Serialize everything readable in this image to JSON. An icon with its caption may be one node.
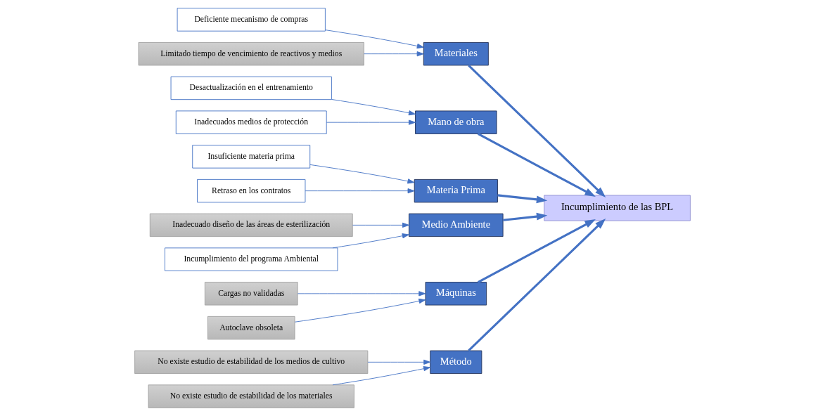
{
  "diagram": {
    "nodes": [
      {
        "text": [
          "Método"
        ]
      },
      {
        "text": [
          "Materiales"
        ]
      },
      {
        "text": [
          "Mano de obra"
        ]
      },
      {
        "text": [
          "Deficiente mecanismo de compras"
        ]
      },
      {
        "text": [
          "Desactualización en el entrenamiento"
        ]
      },
      {
        "text": [
          "No existe estudio de estabilidad de los medios de cultivo"
        ]
      },
      {
        "text": [
          "Inadecuados medios de protección"
        ]
      },
      {
        "text": [
          "No existe estudio de estabilidad de los materiales"
        ]
      },
      {
        "text": [
          "Limitado tiempo de vencimiento de reactivos y medios"
        ]
      },
      {
        "text": [
          "Incumplimiento de las BPL"
        ]
      },
      {
        "text": [
          "Insuficiente materia prima"
        ]
      },
      {
        "text": [
          "Inadecuado diseño de las áreas de esterilización"
        ]
      },
      {
        "text": [
          "Cargas no validadas"
        ]
      },
      {
        "text": [
          "Retraso en los contratos"
        ]
      },
      {
        "text": [
          "Incumplimiento del programa Ambiental"
        ]
      },
      {
        "text": [
          "Autoclave obsoleta"
        ]
      },
      {
        "text": [
          "Materia Prima"
        ]
      },
      {
        "text": [
          "Medio Ambiente"
        ]
      },
      {
        "text": [
          "Máquinas"
        ]
      }
    ],
    "edges": [
      {
        "from": 5,
        "to": 0,
        "arrow": "to"
      },
      {
        "from": 7,
        "to": 0,
        "arrow": "to"
      },
      {
        "from": 3,
        "to": 1,
        "arrow": "to"
      },
      {
        "from": 8,
        "to": 1,
        "arrow": "to"
      },
      {
        "from": 4,
        "to": 2,
        "arrow": "to"
      },
      {
        "from": 6,
        "to": 2,
        "arrow": "to"
      },
      {
        "from": 13,
        "to": 16,
        "arrow": "to"
      },
      {
        "from": 10,
        "to": 16,
        "arrow": "to"
      },
      {
        "from": 14,
        "to": 17,
        "arrow": "to"
      },
      {
        "from": 11,
        "to": 17,
        "arrow": "to"
      },
      {
        "from": 15,
        "to": 18,
        "arrow": "to"
      },
      {
        "from": 12,
        "to": 18,
        "arrow": "to"
      },
      {
        "from": 0,
        "to": 9,
        "arrow": "to",
        "style": "thick"
      },
      {
        "from": 1,
        "to": 9,
        "arrow": "to",
        "style": "thick"
      },
      {
        "from": 2,
        "to": 9,
        "arrow": "to",
        "style": "thick"
      },
      {
        "from": 16,
        "to": 9,
        "arrow": "to",
        "style": "thick"
      },
      {
        "from": 17,
        "to": 9,
        "arrow": "to",
        "style": "thick"
      },
      {
        "from": 18,
        "to": 9,
        "arrow": "to",
        "style": "thick"
      }
    ]
  }
}
